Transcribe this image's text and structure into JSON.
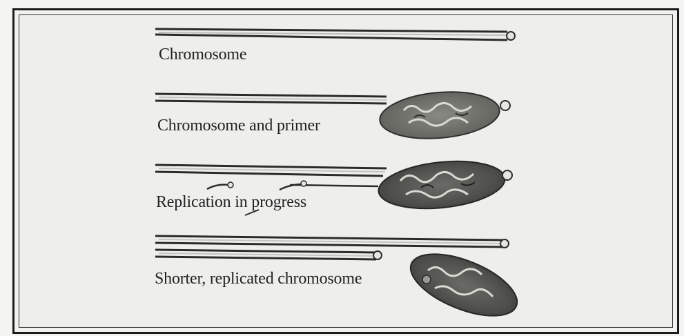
{
  "diagram": {
    "stages": [
      {
        "label": "Chromosome"
      },
      {
        "label": "Chromosome and primer"
      },
      {
        "label": "Replication in progress"
      },
      {
        "label": "Shorter, replicated chromosome"
      }
    ]
  }
}
